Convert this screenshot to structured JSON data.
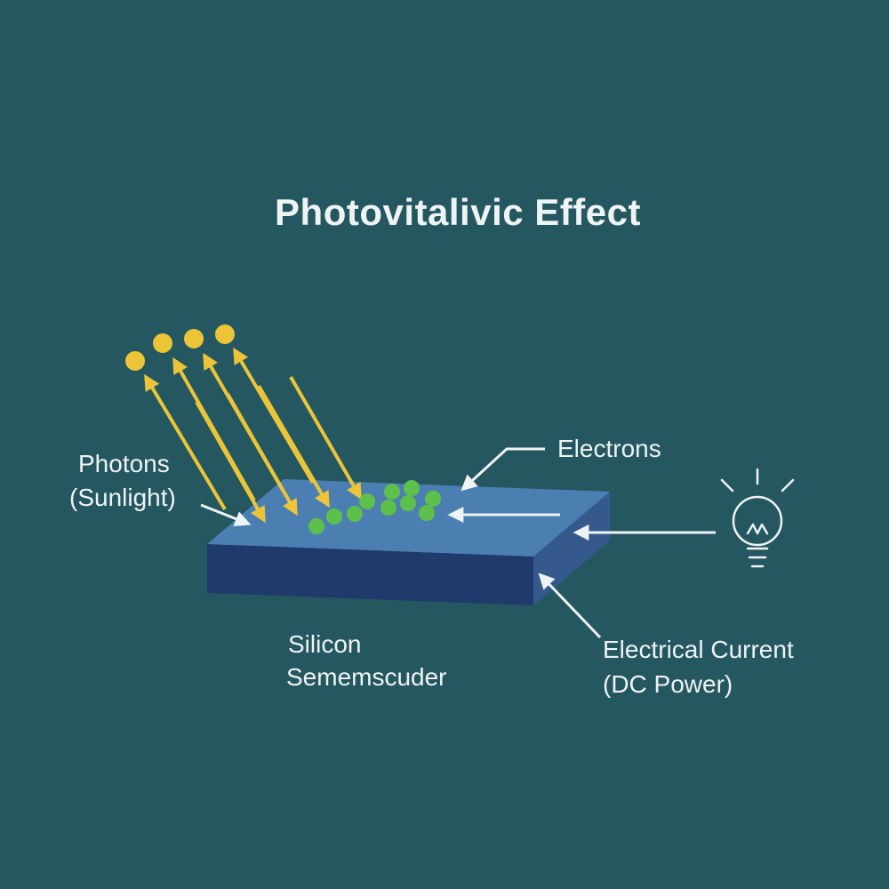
{
  "title": "Photovitalivic Effect",
  "labels": {
    "photons_line1": "Photons",
    "photons_line2": "(Sunlight)",
    "electrons": "Electrons",
    "silicon_line1": "Silicon",
    "silicon_line2": "Sememscuder",
    "current_line1": "Electrical Current",
    "current_line2": "(DC Power)"
  },
  "icons": {
    "light_bulb": "light-bulb-icon"
  },
  "colors": {
    "background": "#255761",
    "text": "#eef3f3",
    "photon": "#ecc437",
    "electron": "#5dc04a",
    "slab_top": "#4b7fb2",
    "slab_front": "#203a6b",
    "slab_side": "#35598d",
    "connector": "#eef3f3"
  }
}
